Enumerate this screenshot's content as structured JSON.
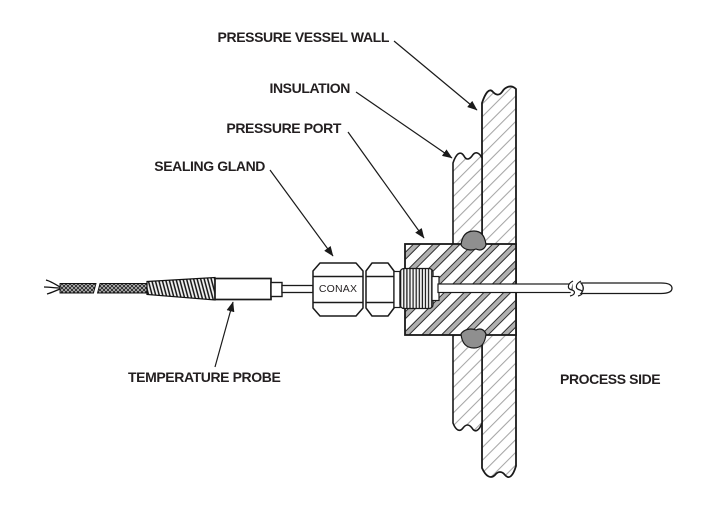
{
  "title": "Temperature probe through pressure vessel wall — sectional diagram",
  "labels": {
    "pressure_vessel_wall": "PRESSURE VESSEL WALL",
    "insulation": "INSULATION",
    "pressure_port": "PRESSURE PORT",
    "sealing_gland": "SEALING GLAND",
    "temperature_probe": "TEMPERATURE PROBE",
    "process_side": "PROCESS SIDE",
    "gland_brand": "CONAX"
  },
  "colors": {
    "background": "#ffffff",
    "line": "#1a1a1a",
    "text": "#231f20",
    "weld_fill": "#8f8f8f",
    "wall_hatch": "#a6a6a6",
    "port_hatch_band": "#b0b0b0",
    "cable_dark": "#222222"
  },
  "components": [
    "lead-wires",
    "braided-cable",
    "strain-relief-spring",
    "temperature-probe-body",
    "probe-stem",
    "sealing-gland-hex-body",
    "sealing-gland-hex-nut",
    "threaded-fitting",
    "pressure-port-block",
    "insulation-layer",
    "pressure-vessel-wall",
    "weld-fillet-top",
    "weld-fillet-bottom",
    "probe-rod-with-break",
    "rounded-probe-tip"
  ]
}
